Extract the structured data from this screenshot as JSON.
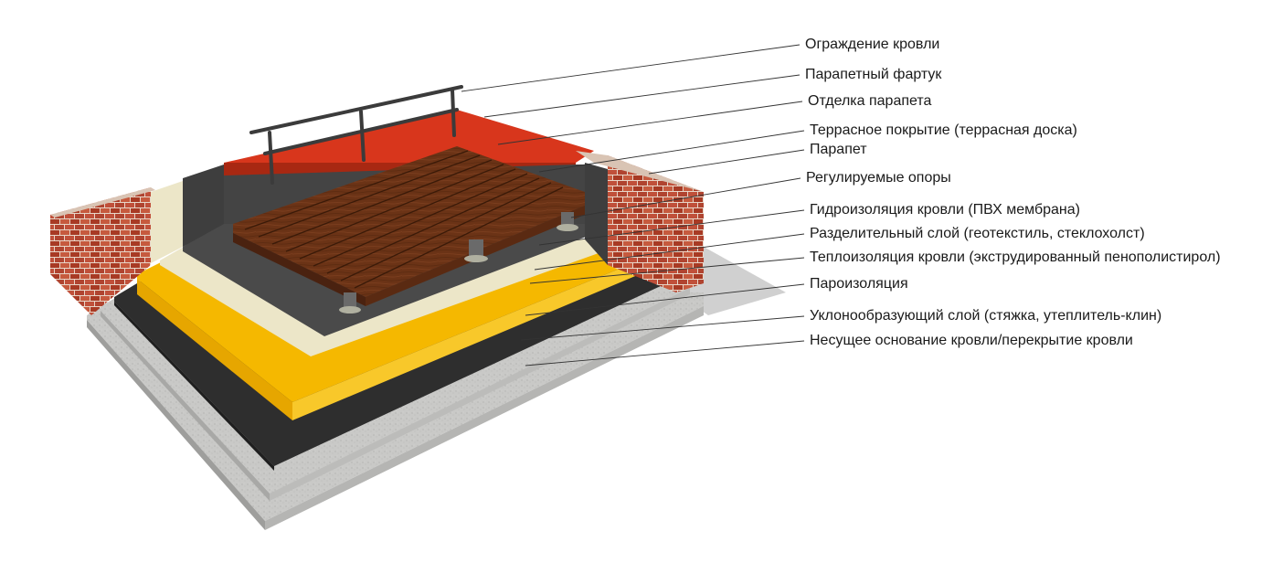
{
  "labels": [
    "Ограждение кровли",
    "Парапетный фартук",
    "Отделка парапета",
    "Террасное покрытие (террасная доска)",
    "Парапет",
    "Регулируемые опоры",
    "Гидроизоляция кровли (ПВХ мембрана)",
    "Разделительный слой (геотекстиль, стеклохолст)",
    "Теплоизоляция кровли (экструдированный пенополистирол)",
    "Пароизоляция",
    "Уклонообразующий слой (стяжка, утеплитель-клин)",
    "Несущее основание кровли/перекрытие кровли"
  ],
  "colors": {
    "concrete": "#c9c9c7",
    "concrete_dark": "#9e9e9c",
    "vapor_barrier": "#2e2e2e",
    "insulation": "#f5b800",
    "separator": "#ece6c8",
    "membrane": "#4a4a4a",
    "brick": "#b8442c",
    "parapet_cap": "#d8361c",
    "wood": "#6b3316",
    "rail": "#3b3b3b"
  }
}
